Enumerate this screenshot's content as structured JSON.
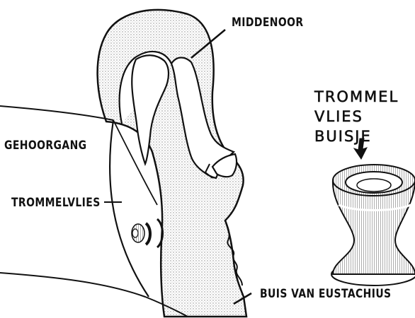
{
  "labels": {
    "middenoor": "MIDDENOOR",
    "gehoorgang": "GEHOORGANG",
    "trommelvlies": "TROMMELVLIES",
    "buis_van_eustachius": "BUIS VAN EUSTACHIUS",
    "trommelvliesbuisje": [
      "TROMMEL",
      "VLIES",
      "BUISJE"
    ]
  },
  "colors": {
    "ink": "#111111",
    "stipple": "#cfcfcf",
    "paper": "#ffffff"
  }
}
